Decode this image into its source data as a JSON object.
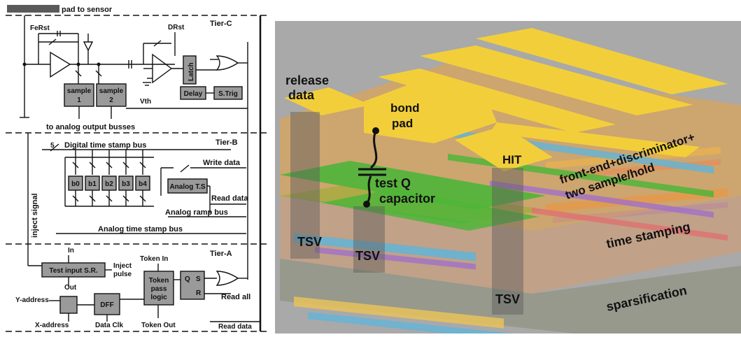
{
  "schematic": {
    "top_label": "pad to sensor",
    "tiers": {
      "c": "Tier-C",
      "b": "Tier-B",
      "a": "Tier-A"
    },
    "tier_c": {
      "fe_rst": "FeRst",
      "d_rst": "DRst",
      "latch": "Latch",
      "delay": "Delay",
      "s_trig": "S.Trig",
      "vth": "Vth",
      "sample1_l1": "sample",
      "sample1_l2": "1",
      "sample2_l1": "sample",
      "sample2_l2": "2",
      "analog_out": "to analog output busses"
    },
    "tier_b": {
      "bus_width": "5",
      "digital_bus": "Digital time stamp bus",
      "bits": [
        "b0",
        "b1",
        "b2",
        "b3",
        "b4"
      ],
      "write_data": "Write data",
      "analog_ts": "Analog T.S",
      "read_data": "Read data",
      "ramp_bus": "Analog ramp bus",
      "analog_ts_bus": "Analog time stamp bus"
    },
    "inject_signal": "inject signal",
    "tier_a": {
      "in": "In",
      "test_input": "Test input S.R.",
      "inject_l1": "Inject",
      "inject_l2": "pulse",
      "out": "Out",
      "token_in": "Token In",
      "token_l1": "Token",
      "token_l2": "pass",
      "token_l3": "logic",
      "q": "Q",
      "s": "S",
      "r": "R",
      "read_all": "Read all",
      "y_address": "Y-address",
      "dff": "DFF",
      "x_address": "X-address",
      "data_clk": "Data Clk",
      "token_out": "Token Out",
      "read_data": "Read data"
    }
  },
  "layout": {
    "release_l1": "release",
    "release_l2": "data",
    "bond_l1": "bond",
    "bond_l2": "pad",
    "hit": "HIT",
    "testq_l1": "test Q",
    "testq_l2": "capacitor",
    "front_end_l1": "front-end+discriminator+",
    "front_end_l2": "two sample/hold",
    "time_stamping": "time stamping",
    "sparsification": "sparsification",
    "tsv_labels": [
      "TSV",
      "TSV",
      "TSV"
    ]
  }
}
